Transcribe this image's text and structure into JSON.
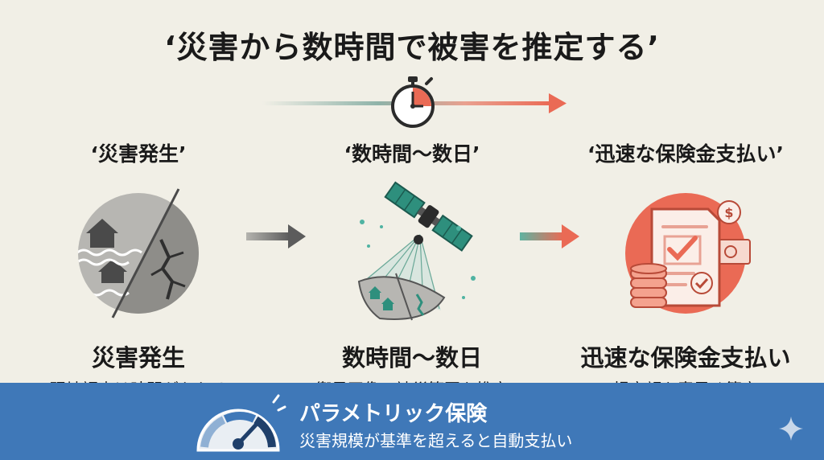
{
  "title": "‘災害から数時間で被害を推定する’",
  "steps": [
    {
      "head": "‘災害発生’",
      "name": "災害発生",
      "desc": "現地調査は時間がかかる"
    },
    {
      "head": "‘数時間〜数日’",
      "name": "数時間〜数日",
      "desc": "衛星画像で被災範囲を推定"
    },
    {
      "head": "‘迅速な保険金支払い’",
      "name": "迅速な保険金支払い",
      "desc": "損害額を素早く算定"
    }
  ],
  "footer": {
    "title": "パラメトリック保険",
    "subtitle": "災害規模が基準を超えると自動支払い"
  },
  "icons": {
    "timeline": "stopwatch-icon",
    "step1": "disaster-icon",
    "step2": "satellite-icon",
    "step3": "insurance-payout-icon",
    "footer": "gauge-icon",
    "corner": "sparkle-icon"
  },
  "colors": {
    "background": "#f1efe6",
    "accent_teal": "#2e8f7d",
    "accent_coral": "#ea6a55",
    "footer_blue": "#3f78b8"
  }
}
